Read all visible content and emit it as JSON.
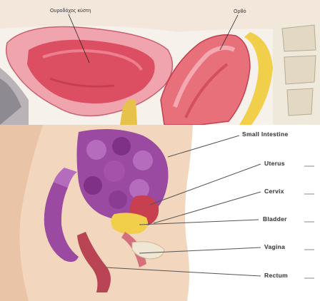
{
  "top_image": {
    "labels": {
      "bladder": "Ουροδόχος κύστη",
      "rectum": "Ορθό"
    }
  },
  "bottom_image": {
    "labels": [
      "Small Intestine",
      "Uterus",
      "Cervix",
      "Bladder",
      "Vagina",
      "Rectum"
    ]
  },
  "colors": {
    "bladder_pink": "#e45a6e",
    "tissue_red": "#c8404f",
    "fat_yellow": "#f2cf4a",
    "intestine_purple": "#9a4aa0",
    "skin_beige": "#f2d6bd"
  }
}
